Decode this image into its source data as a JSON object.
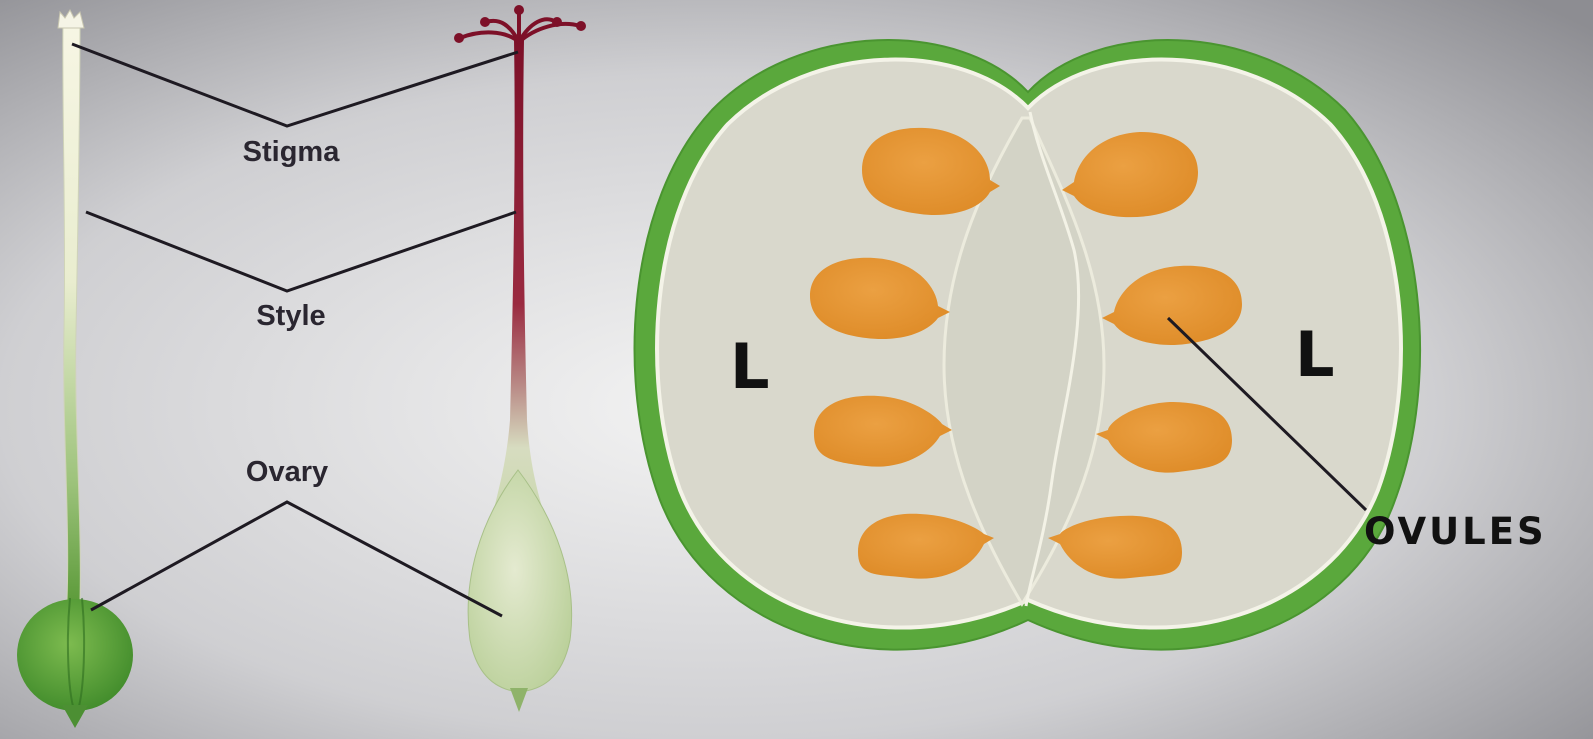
{
  "labels": {
    "stigma": "Stigma",
    "style": "Style",
    "ovary": "Ovary",
    "locule_left": "L",
    "locule_right": "L",
    "ovules": "OVULES"
  },
  "colors": {
    "background_center": "#f2f2f2",
    "background_edge": "#8f8f93",
    "green_pistil": "#5a9a3a",
    "pale_style": "#f2f1dc",
    "red_style": "#8a1a2e",
    "ovary_wall": "#5aa83c",
    "locule_fill": "#d9d8cc",
    "ovule": "#e3942f",
    "leader_line": "#1e1a22"
  }
}
